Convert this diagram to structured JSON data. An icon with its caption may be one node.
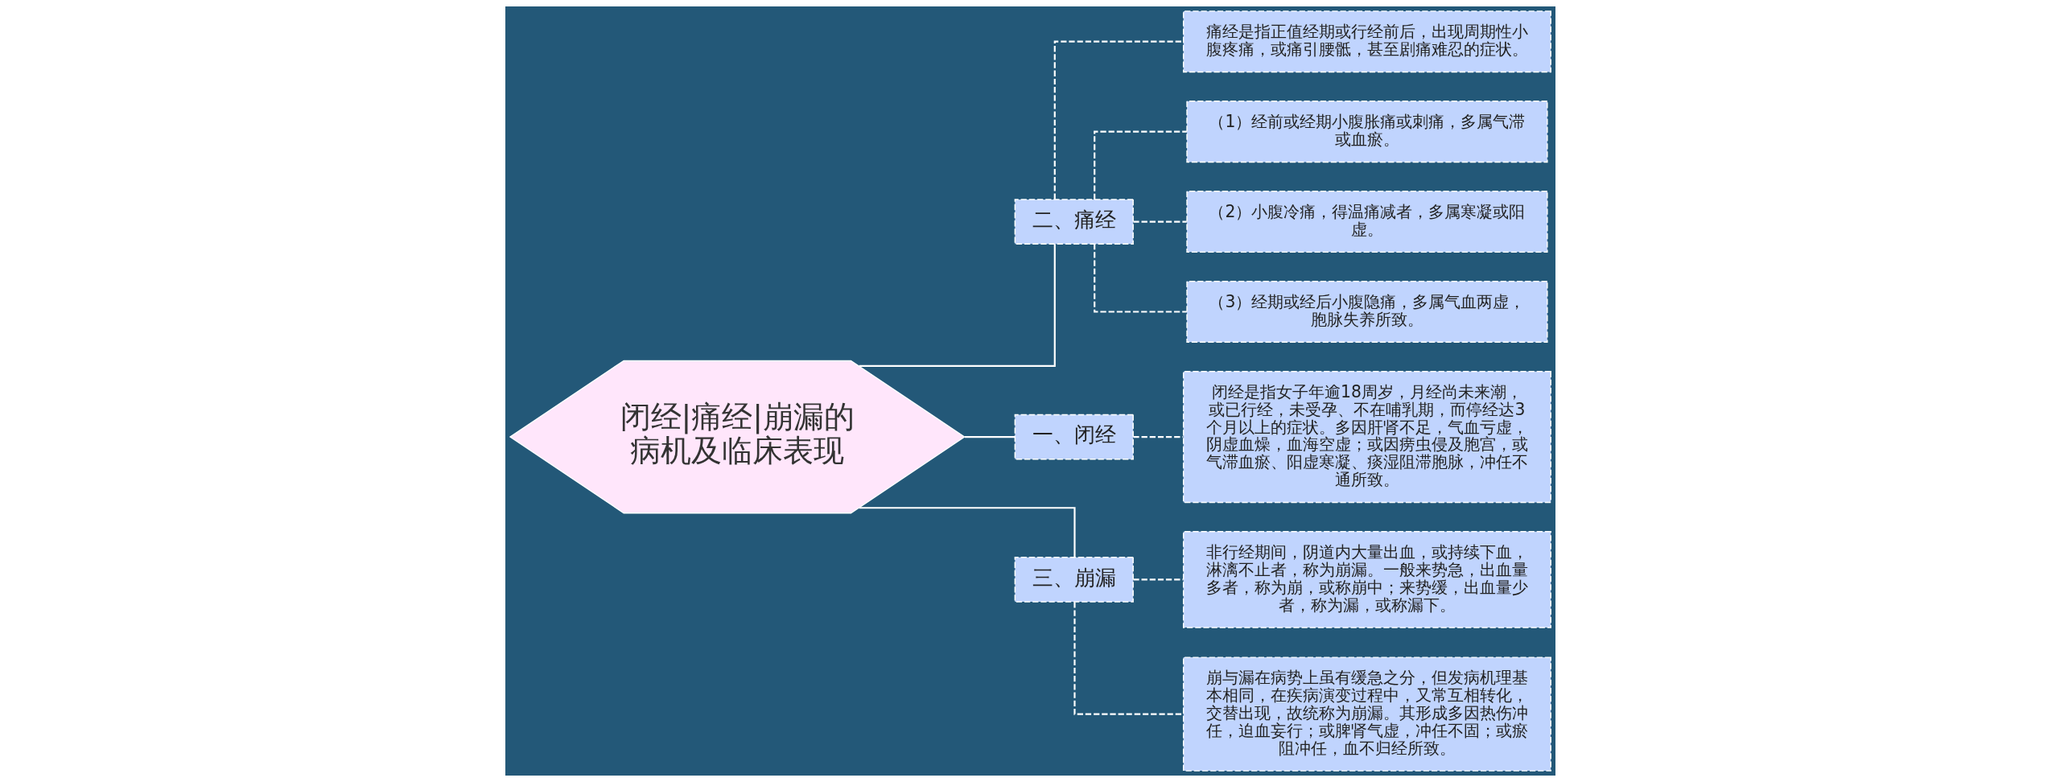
{
  "diagram": {
    "nodes": [
      {
        "text": [
          "闭经|痛经|崩漏的病机及临床表现"
        ]
      },
      {
        "text": [
          "二、痛经"
        ]
      },
      {
        "text": [
          "痛经是指正值经期或行经前后，出现周期性小腹疼痛，或痛引腰骶，甚至剧痛难忍的症状。"
        ]
      },
      {
        "text": [
          "（1）经前或经期小腹胀痛或刺痛，多属气滞或血瘀。"
        ]
      },
      {
        "text": [
          "（2）小腹冷痛，得温痛减者，多属寒凝或阳虚。"
        ]
      },
      {
        "text": [
          "（3）经期或经后小腹隐痛，多属气血两虚，胞脉失养所致。"
        ]
      },
      {
        "text": [
          "一、闭经"
        ]
      },
      {
        "text": [
          "闭经是指女子年逾18周岁，月经尚未来潮，或已行经，未受孕、不在哺乳期，而停经达3个月以上的症状。多因肝肾不足，气血亏虚，阴虚血燥，血海空虚；或因痨虫侵及胞宫，或气滞血瘀、阳虚寒凝、痰湿阻滞胞脉，冲任不通所致。"
        ]
      },
      {
        "text": [
          "三、崩漏"
        ]
      },
      {
        "text": [
          "非行经期间，阴道内大量出血，或持续下血，淋漓不止者，称为崩漏。一般来势急，出血量多者，称为崩，或称崩中；来势缓，出血量少者，称为漏，或称漏下。"
        ]
      },
      {
        "text": [
          "崩与漏在病势上虽有缓急之分，但发病机理基本相同，在疾病演变过程中，又常互相转化，交替出现，故统称为崩漏。其形成多因热伤冲任，迫血妄行；或脾肾气虚，冲任不固；或瘀阻冲任，血不归经所致。"
        ]
      }
    ],
    "edges": [
      {
        "from": 0,
        "to": 1,
        "arrow": "none"
      },
      {
        "from": 1,
        "to": 2,
        "arrow": "none",
        "style": "dashed"
      },
      {
        "from": 1,
        "to": 3,
        "arrow": "none",
        "style": "dashed"
      },
      {
        "from": 1,
        "to": 4,
        "arrow": "none",
        "style": "dashed"
      },
      {
        "from": 1,
        "to": 5,
        "arrow": "none",
        "style": "dashed"
      },
      {
        "from": 0,
        "to": 6,
        "arrow": "none"
      },
      {
        "from": 6,
        "to": 7,
        "arrow": "none",
        "style": "dashed"
      },
      {
        "from": 0,
        "to": 8,
        "arrow": "none"
      },
      {
        "from": 8,
        "to": 9,
        "arrow": "none",
        "style": "dashed"
      },
      {
        "from": 8,
        "to": 10,
        "arrow": "none",
        "style": "dashed"
      }
    ]
  }
}
